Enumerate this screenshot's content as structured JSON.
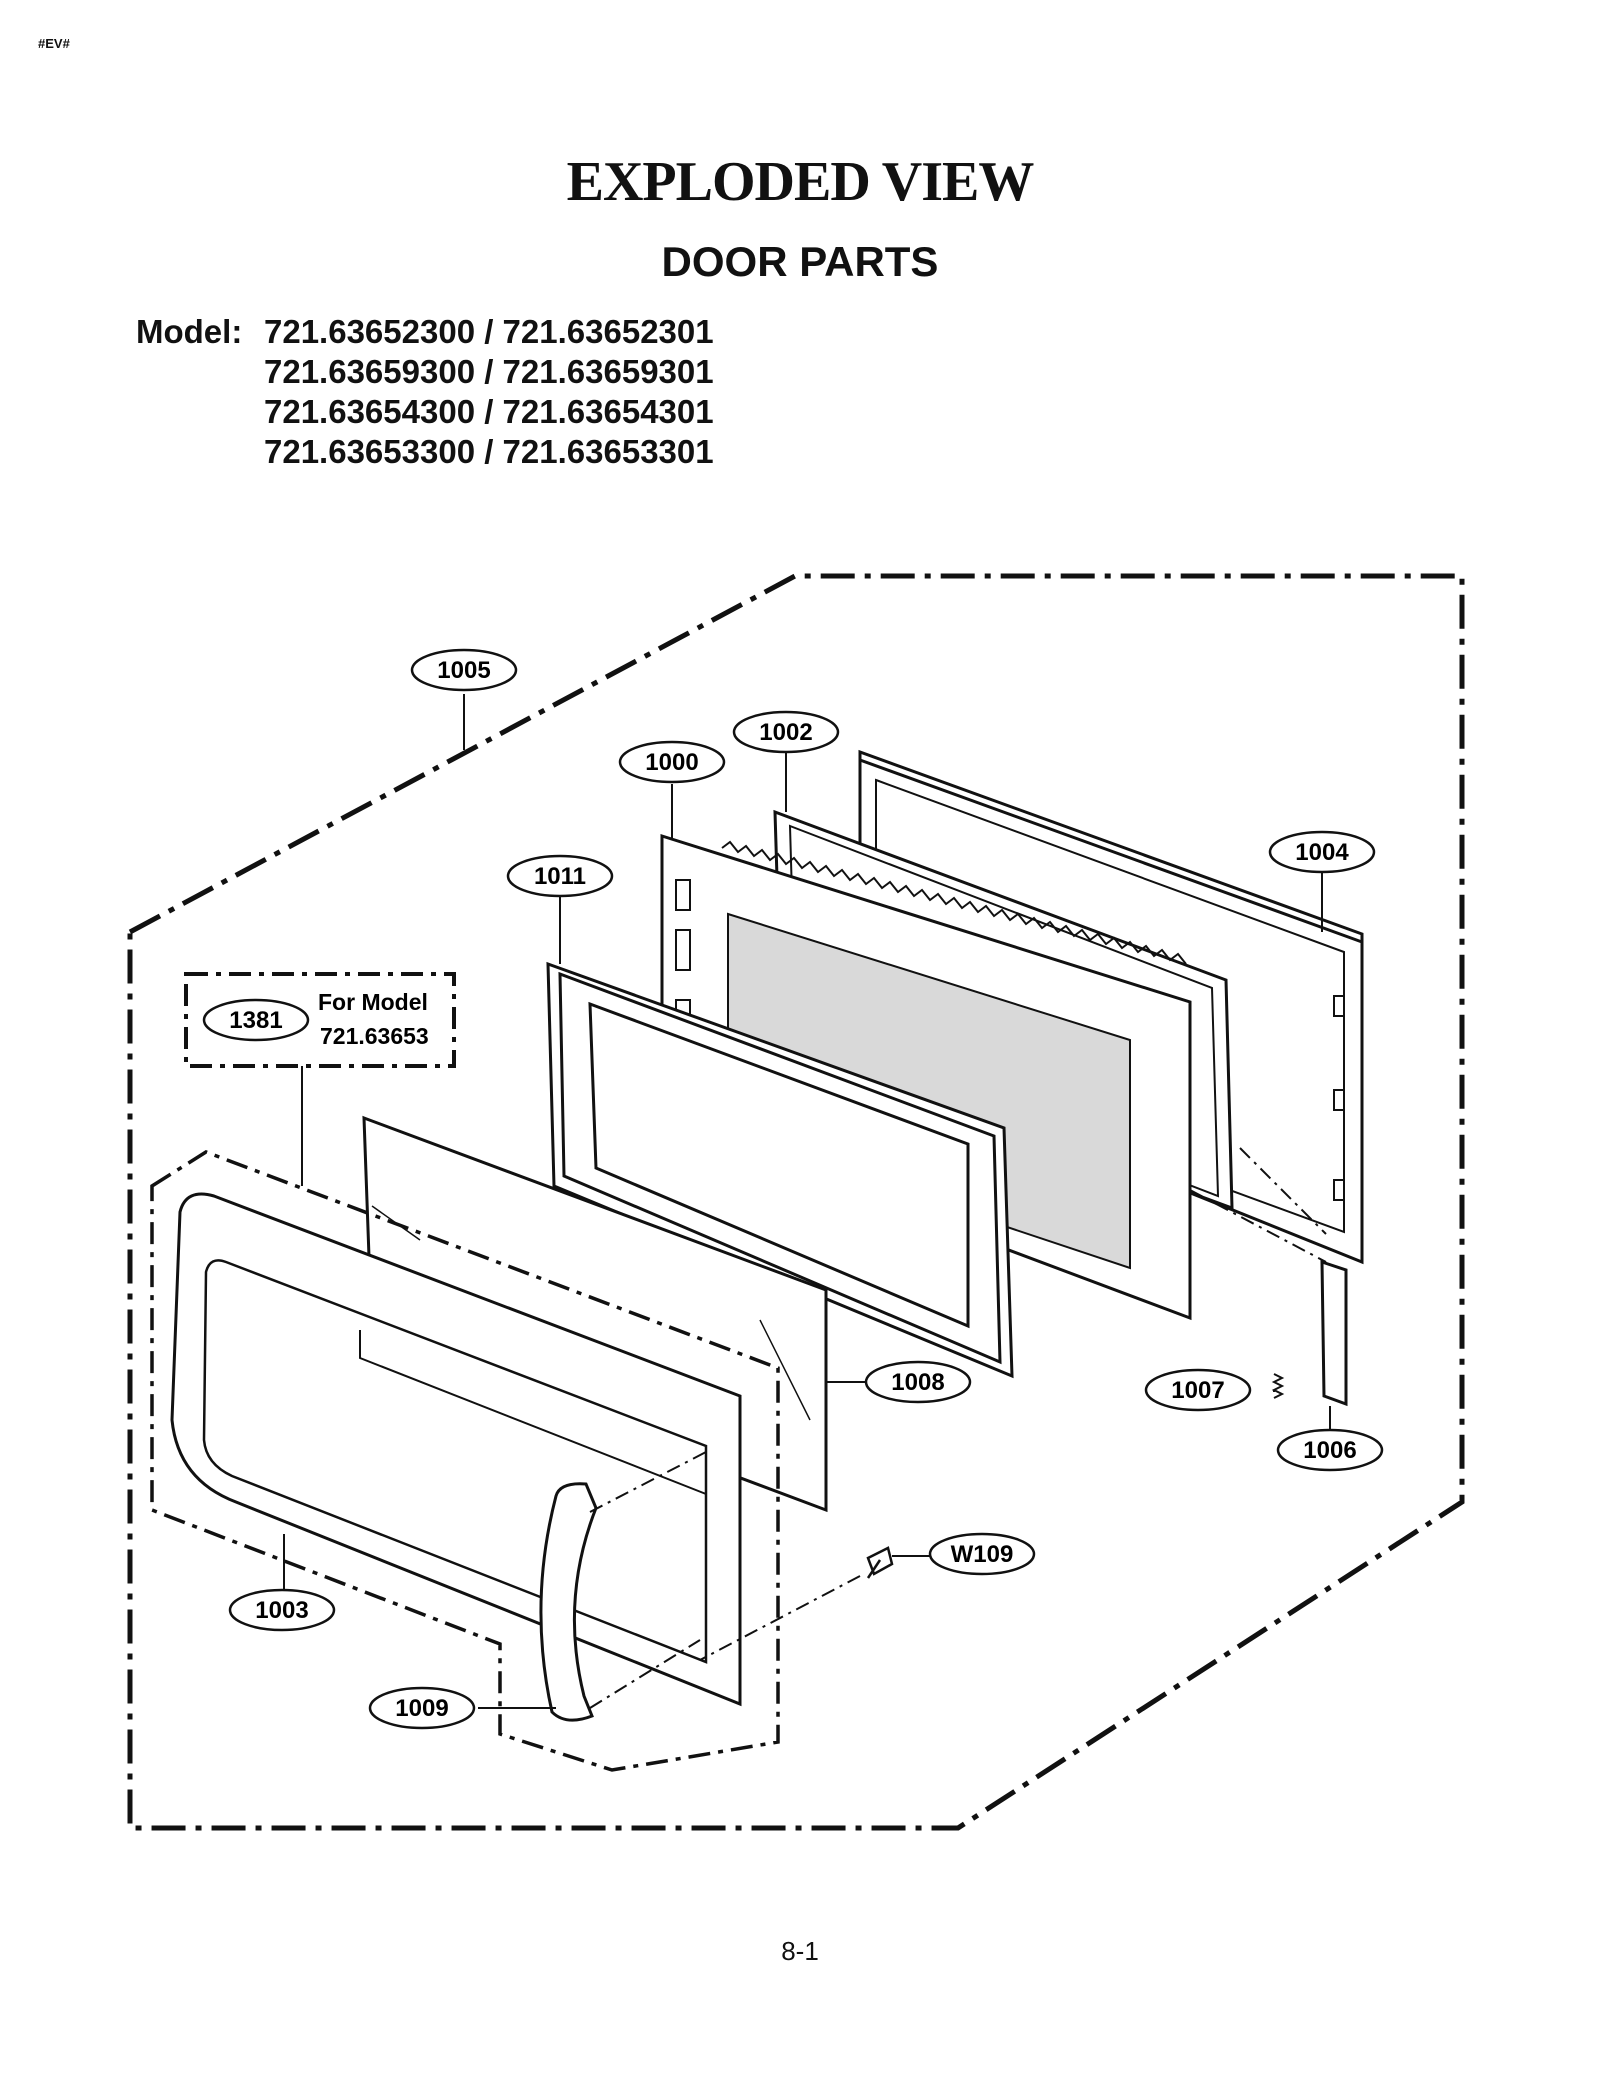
{
  "header": {
    "tag": "#EV#"
  },
  "title": "EXPLODED VIEW",
  "subtitle": "DOOR PARTS",
  "models": {
    "label": "Model:",
    "rows": [
      "721.63652300 / 721.63652301",
      "721.63659300 / 721.63659301",
      "721.63654300 / 721.63654301",
      "721.63653300 / 721.63653301"
    ]
  },
  "callouts": {
    "p1005": "1005",
    "p1002": "1002",
    "p1000": "1000",
    "p1004": "1004",
    "p1011": "1011",
    "p1381": "1381",
    "p1008": "1008",
    "p1007": "1007",
    "p1006": "1006",
    "pW109": "W109",
    "p1003": "1003",
    "p1009": "1009"
  },
  "note": {
    "line1": "For Model",
    "line2": "721.63653"
  },
  "footer": {
    "page": "8-1"
  }
}
